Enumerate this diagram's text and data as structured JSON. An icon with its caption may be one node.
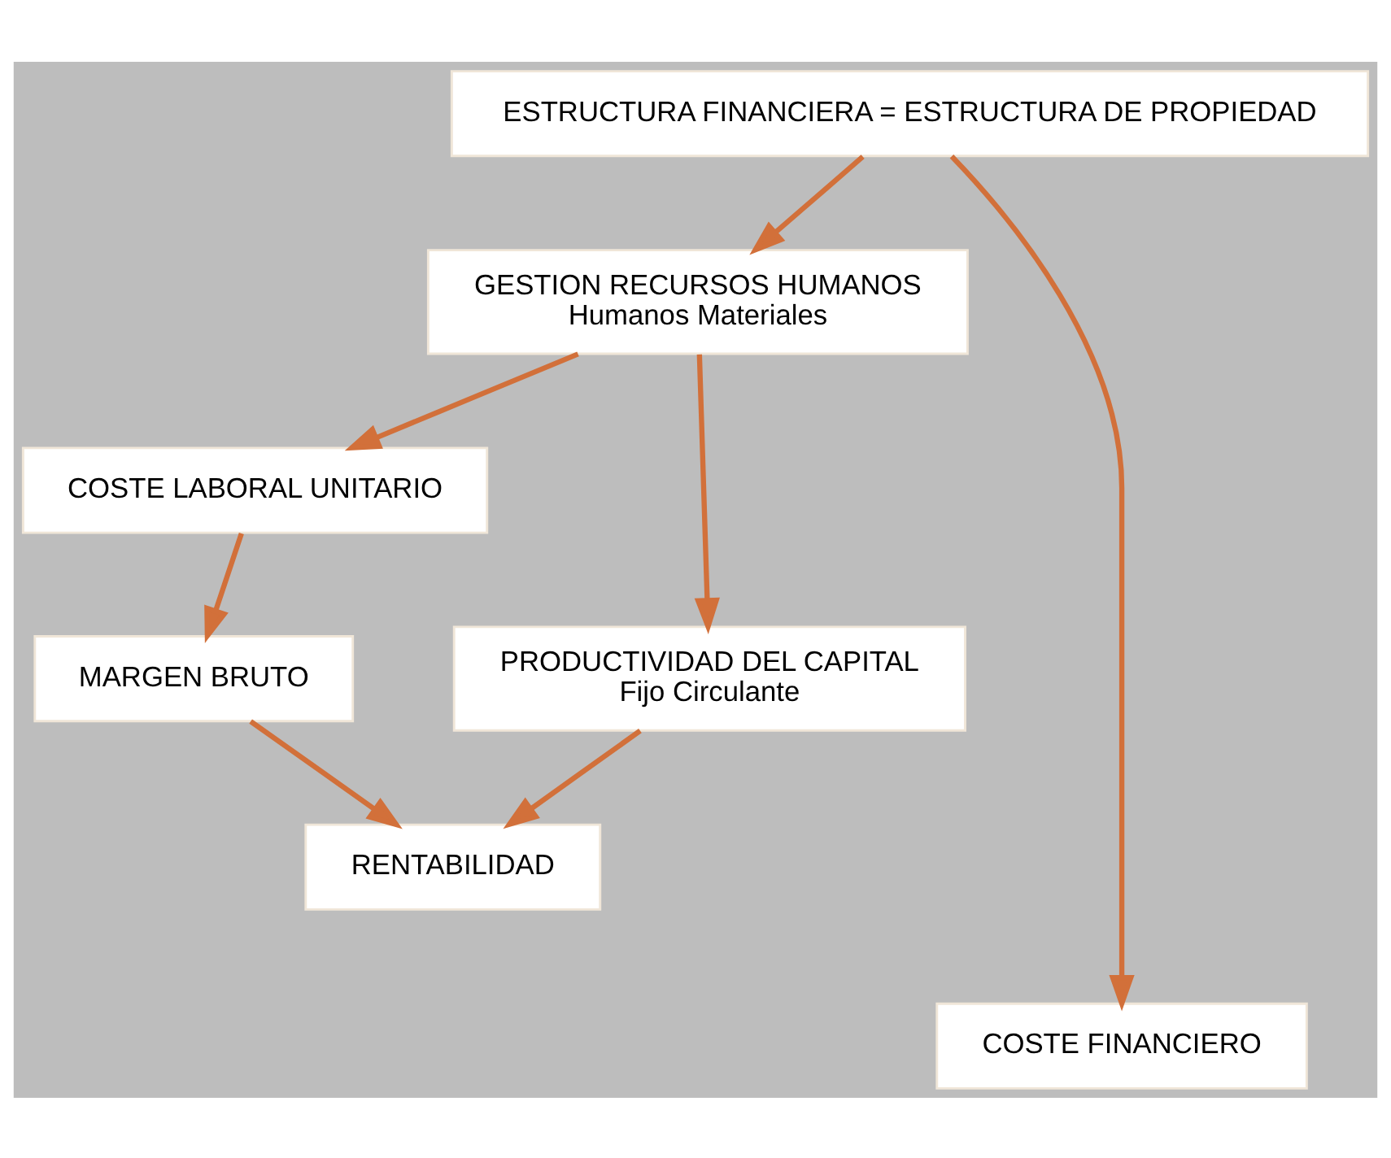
{
  "diagram": {
    "nodes": [
      {
        "text": [
          "ESTRUCTURA FINANCIERA = ESTRUCTURA DE PROPIEDAD"
        ]
      },
      {
        "text": [
          "GESTION RECURSOS HUMANOS",
          "Humanos Materiales"
        ]
      },
      {
        "text": [
          "COSTE LABORAL UNITARIO"
        ]
      },
      {
        "text": [
          "PRODUCTIVIDAD DEL CAPITAL",
          "Fijo Circulante"
        ]
      },
      {
        "text": [
          "MARGEN BRUTO"
        ]
      },
      {
        "text": [
          "RENTABILIDAD"
        ]
      },
      {
        "text": [
          "COSTE FINANCIERO"
        ]
      }
    ],
    "edges": [
      {
        "from": 0,
        "to": 1,
        "arrow": "to"
      },
      {
        "from": 1,
        "to": 2,
        "arrow": "to"
      },
      {
        "from": 1,
        "to": 3,
        "arrow": "to"
      },
      {
        "from": 2,
        "to": 4,
        "arrow": "to"
      },
      {
        "from": 4,
        "to": 5,
        "arrow": "to"
      },
      {
        "from": 3,
        "to": 5,
        "arrow": "to"
      },
      {
        "from": 0,
        "to": 6,
        "arrow": "to"
      }
    ]
  }
}
